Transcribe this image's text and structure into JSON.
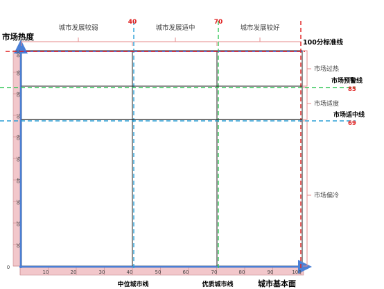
{
  "colors": {
    "axis_blue": "#4a7fd6",
    "ruler_pink": "#f2c7cb",
    "red": "#e02020",
    "green": "#34c759",
    "blue": "#2a9fd6",
    "title_text": "#000000",
    "region_text": "#444444",
    "bracket": "#e58a8a"
  },
  "titles": {
    "y_axis": "市场热度",
    "x_axis": "城市基本面"
  },
  "x_thresholds": [
    {
      "value": 40,
      "label": "中位城市线",
      "color": "blue"
    },
    {
      "value": 70,
      "label": "优质城市线",
      "color": "green"
    }
  ],
  "top_numbers": [
    "40",
    "70"
  ],
  "x_regions": [
    "城市发展较弱",
    "城市发展适中",
    "城市发展较好"
  ],
  "y_thresholds": [
    {
      "value": 100,
      "label": "100分标准线",
      "number": "",
      "color": "red"
    },
    {
      "value": 85,
      "label": "市场预警线",
      "number": "85",
      "color": "green"
    },
    {
      "value": 69,
      "label": "市场适中线",
      "number": "69",
      "color": "blue"
    }
  ],
  "y_regions": [
    "市场过热",
    "市场适度",
    "市场偏冷"
  ],
  "x_ticks": [
    "10",
    "20",
    "30",
    "40",
    "50",
    "60",
    "70",
    "80",
    "90",
    "100"
  ],
  "y_ticks": [
    "0",
    "10",
    "20",
    "30",
    "40",
    "50",
    "60",
    "70",
    "80",
    "90",
    "100"
  ]
}
